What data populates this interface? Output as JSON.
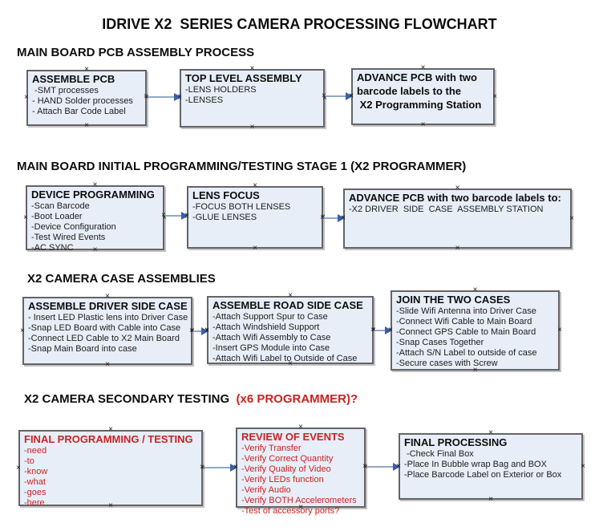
{
  "title": "IDRIVE X2  SERIES CAMERA PROCESSING FLOWCHART",
  "icons": {
    "anchor_mark": "×",
    "arrow_head": "right-triangle"
  },
  "colors": {
    "box_fill": "#e8eef8",
    "box_border": "#646464",
    "red_text": "#cc2222",
    "connector_line": "#8fa8cc",
    "connector_arrow": "#3a5fa6"
  },
  "sections": [
    {
      "heading": "MAIN BOARD PCB ASSEMBLY PROCESS",
      "boxes": [
        {
          "title": "ASSEMBLE PCB",
          "items": [
            " -SMT processes",
            "- HAND Solder processes",
            "- Attach Bar Code Label"
          ]
        },
        {
          "title": "TOP LEVEL ASSEMBLY",
          "items": [
            "-LENS HOLDERS",
            "-LENSES"
          ]
        },
        {
          "title": "ADVANCE PCB with two",
          "items": [
            "barcode labels to the",
            " X2 Programming Station"
          ]
        }
      ]
    },
    {
      "heading": "MAIN BOARD INITIAL PROGRAMMING/TESTING STAGE 1 (X2 PROGRAMMER)",
      "boxes": [
        {
          "title": "DEVICE PROGRAMMING",
          "items": [
            "-Scan Barcode",
            "-Boot Loader",
            "-Device Configuration",
            "-Test Wired Events",
            "-AC SYNC"
          ]
        },
        {
          "title": "LENS FOCUS",
          "items": [
            "-FOCUS BOTH LENSES",
            "-GLUE LENSES"
          ]
        },
        {
          "title": "ADVANCE PCB with two barcode labels to:",
          "items": [
            "-X2 DRIVER  SIDE  CASE  ASSEMBLY STATION"
          ]
        }
      ]
    },
    {
      "heading": "X2 CAMERA CASE ASSEMBLIES",
      "boxes": [
        {
          "title": "ASSEMBLE DRIVER SIDE CASE",
          "items": [
            "- Insert LED Plastic lens into Driver Case",
            "-Snap LED Board with Cable into Case",
            "-Connect LED Cable to X2 Main Board",
            "-Snap Main Board into case"
          ]
        },
        {
          "title": "ASSEMBLE ROAD SIDE CASE",
          "items": [
            "-Attach Support Spur to Case",
            "-Attach Windshield Support",
            "-Attach Wifi Assembly to Case",
            "-Insert GPS Module into Case",
            "-Attach Wifi Label to Outside of Case"
          ]
        },
        {
          "title": "JOIN THE TWO CASES",
          "items": [
            "-Slide Wifi Antenna into Driver Case",
            "-Connect Wifi Cable to Main Board",
            "-Connect GPS Cable to Main Board",
            "-Snap Cases Together",
            "-Attach S/N Label to outside of case",
            "-Secure cases with Screw"
          ]
        }
      ]
    },
    {
      "heading": "X2 CAMERA SECONDARY TESTING ",
      "heading_suffix": " (x6 PROGRAMMER)?",
      "boxes": [
        {
          "title": "FINAL PROGRAMMING / TESTING",
          "items": [
            "-need",
            "-to",
            "-know",
            "-what",
            "-goes",
            "-here"
          ]
        },
        {
          "title": "REVIEW OF EVENTS",
          "items": [
            "-Verify Transfer",
            "-Verify Correct Quantity",
            "-Verify Quality of Video",
            "-Verify LEDs function",
            "-Verify Audio",
            "-Verify BOTH Accelerometers",
            "-Test of accessory ports?"
          ]
        },
        {
          "title": "FINAL PROCESSING",
          "items": [
            " -Check Final Box",
            "-Place In Bubble wrap Bag and BOX",
            "-Place Barcode Label on Exterior or Box"
          ]
        }
      ]
    }
  ]
}
